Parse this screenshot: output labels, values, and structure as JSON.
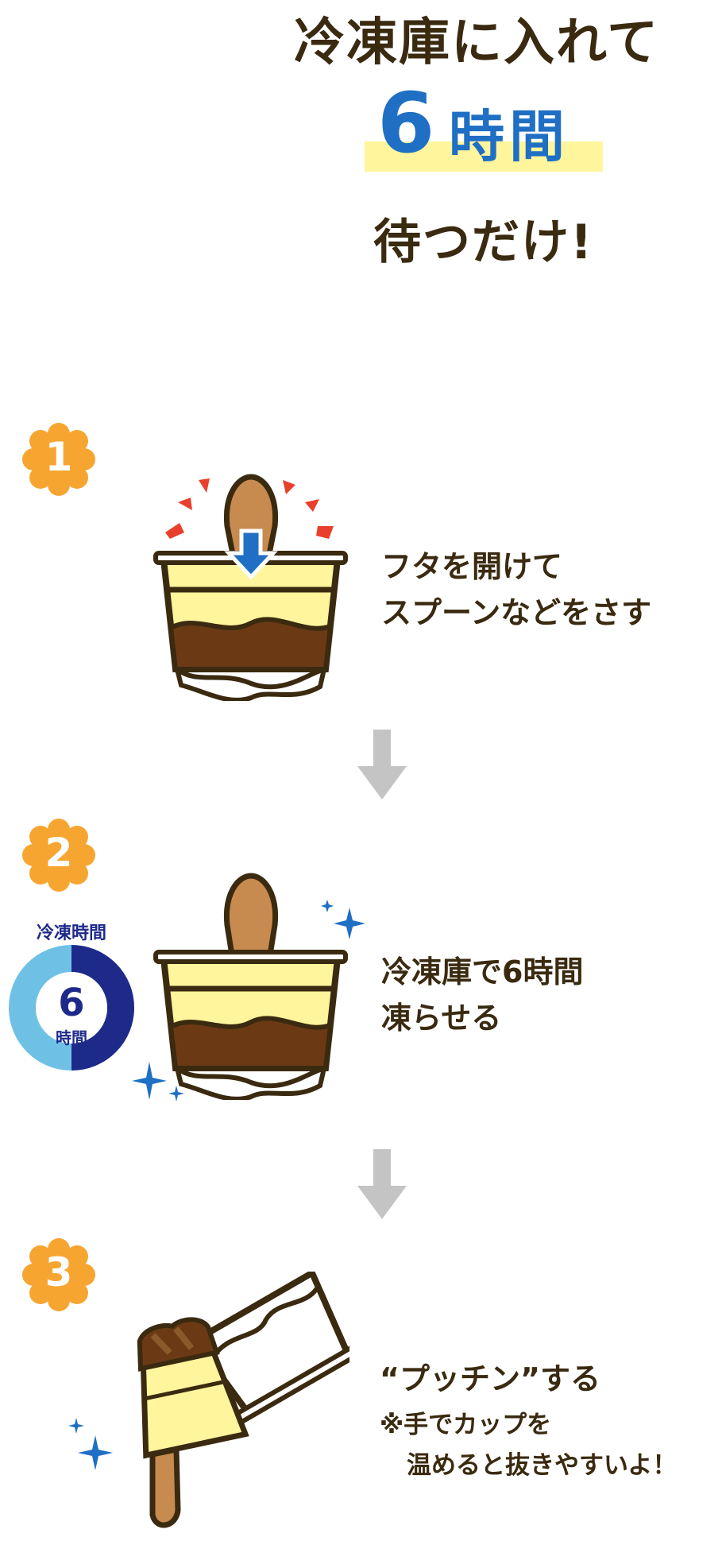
{
  "headline": {
    "line1": "冷凍庫に入れて",
    "hours_number": "6",
    "hours_word": "時間",
    "line3": "待つだけ!"
  },
  "steps": [
    {
      "number": "1",
      "text_lines": [
        "フタを開けて",
        "スプーンなどをさす"
      ]
    },
    {
      "number": "2",
      "text_lines": [
        "冷凍庫で6時間",
        "凍らせる"
      ]
    },
    {
      "number": "3",
      "text_lines": [
        "“プッチン”する"
      ],
      "note_lines": [
        "※手でカップを",
        "温めると抜きやすいよ！"
      ]
    }
  ],
  "timer": {
    "label": "冷凍時間",
    "number": "6",
    "unit": "時間",
    "fill_fraction": 0.5
  },
  "colors": {
    "text": "#3a2a10",
    "accent_blue": "#1f6fc4",
    "highlight_yellow": "#fff59c",
    "badge_orange": "#f7a531",
    "arrow_gray": "#c4c4c4",
    "pudding_cream": "#fff59c",
    "caramel": "#6b3a14",
    "spoon": "#c78a4f",
    "timer_dark": "#1e2a8a",
    "timer_light": "#6ec1e4"
  },
  "icons": [
    "flower-badge-icon",
    "down-arrow-icon",
    "sparkle-icon",
    "pudding-cup-icon",
    "spoon-icon",
    "timer-ring-icon"
  ]
}
